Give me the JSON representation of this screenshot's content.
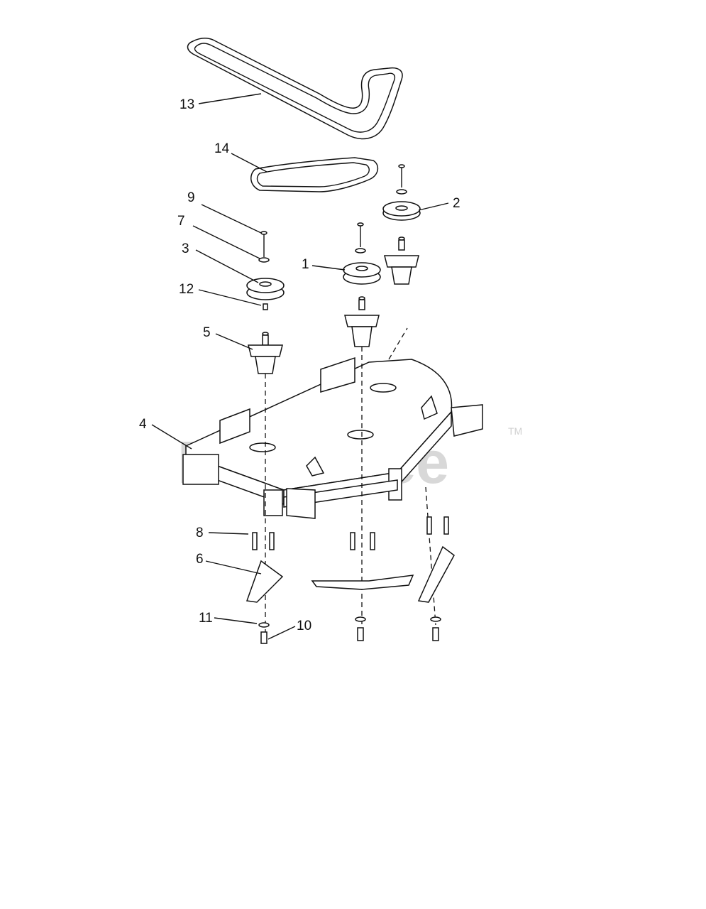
{
  "watermark": {
    "text": "PartsTree",
    "trademark": "TM"
  },
  "callouts": [
    {
      "id": "13",
      "label": "13"
    },
    {
      "id": "14",
      "label": "14"
    },
    {
      "id": "9",
      "label": "9"
    },
    {
      "id": "7",
      "label": "7"
    },
    {
      "id": "3",
      "label": "3"
    },
    {
      "id": "12",
      "label": "12"
    },
    {
      "id": "5",
      "label": "5"
    },
    {
      "id": "1",
      "label": "1"
    },
    {
      "id": "2",
      "label": "2"
    },
    {
      "id": "4",
      "label": "4"
    },
    {
      "id": "8",
      "label": "8"
    },
    {
      "id": "6",
      "label": "6"
    },
    {
      "id": "11",
      "label": "11"
    },
    {
      "id": "10",
      "label": "10"
    }
  ]
}
